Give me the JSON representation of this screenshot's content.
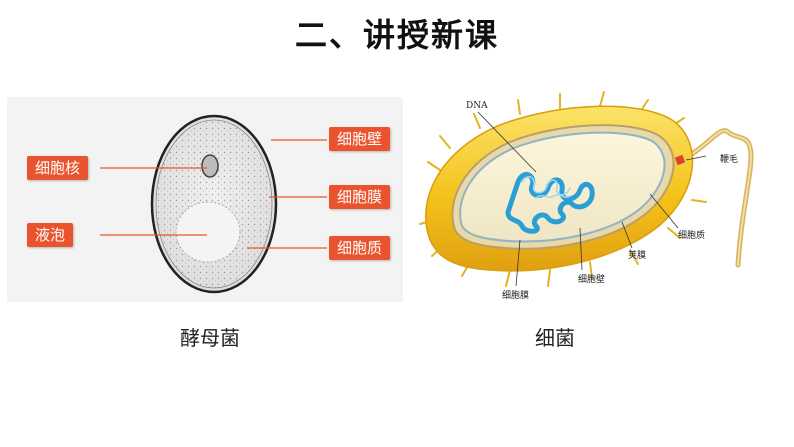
{
  "slide": {
    "title": "二、讲授新课"
  },
  "yeast": {
    "caption": "酵母菌",
    "labels": {
      "nucleus": "细胞核",
      "vacuole": "液泡",
      "cell_wall": "细胞壁",
      "cell_membrane": "细胞膜",
      "cytoplasm": "细胞质"
    },
    "colors": {
      "label_bg": "#e9542f",
      "leader": "#e9542f"
    }
  },
  "bacterium": {
    "caption": "细菌",
    "labels": {
      "dna": "DNA",
      "flagellum": "鞭毛",
      "cytoplasm": "细胞质",
      "capsule": "荚膜",
      "cell_wall": "细胞壁",
      "cell_membrane": "细胞膜"
    },
    "colors": {
      "capsule": "#f4c21a",
      "dna": "#2a9fd6"
    }
  }
}
